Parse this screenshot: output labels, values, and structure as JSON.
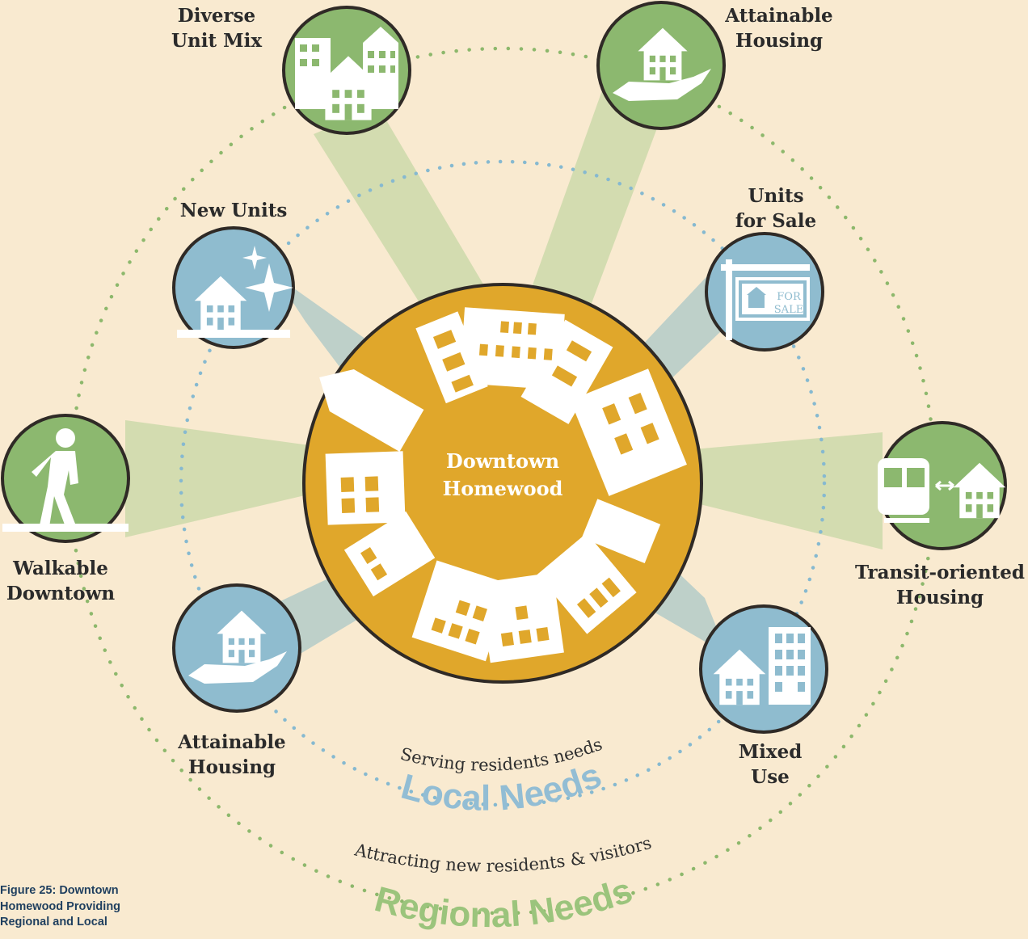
{
  "center": {
    "line1": "Downtown",
    "line2": "Homewood"
  },
  "local": {
    "subtitle": "Serving residents needs",
    "title": "Local Needs"
  },
  "regional": {
    "subtitle": "Attracting new residents & visitors",
    "title": "Regional Needs"
  },
  "nodes": {
    "diverse_unit_mix": {
      "line1": "Diverse",
      "line2": "Unit Mix",
      "icon": "apartment-buildings-icon"
    },
    "attainable_housing_top": {
      "line1": "Attainable",
      "line2": "Housing",
      "icon": "house-in-hand-icon"
    },
    "new_units": {
      "line1": "New Units",
      "icon": "new-house-sparkle-icon"
    },
    "units_for_sale": {
      "line1": "Units",
      "line2": "for Sale",
      "icon": "for-sale-sign-icon"
    },
    "walkable_downtown": {
      "line1": "Walkable",
      "line2": "Downtown",
      "icon": "pedestrian-icon"
    },
    "transit_oriented": {
      "line1": "Transit-oriented",
      "line2": "Housing",
      "icon": "train-to-house-icon"
    },
    "attainable_housing_bottom": {
      "line1": "Attainable",
      "line2": "Housing",
      "icon": "house-in-hand-icon"
    },
    "mixed_use": {
      "line1": "Mixed",
      "line2": "Use",
      "icon": "mixed-use-buildings-icon"
    }
  },
  "sign": {
    "line1": "FOR",
    "line2": "SALE"
  },
  "caption": {
    "line1": "Figure 25: Downtown",
    "line2": "Homewood Providing",
    "line3": "Regional and Local"
  },
  "colors": {
    "background": "#f9ead0",
    "regional_green": "#8cb86f",
    "local_blue": "#8fbccf",
    "center_gold": "#e0a72b",
    "regional_text": "#9bc47c",
    "local_text": "#92bdd4"
  }
}
